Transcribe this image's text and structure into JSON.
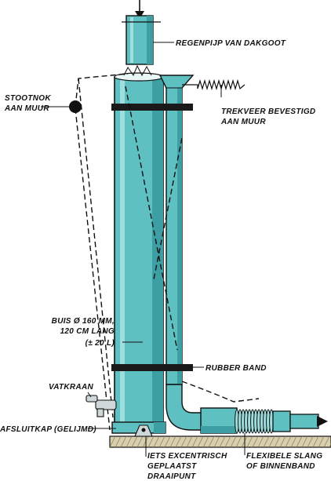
{
  "colors": {
    "pipe": "#5fc0c2",
    "pipe_dark": "#3d9ea3",
    "pipe_light": "#9fdede",
    "outline": "#111111",
    "band": "#1a1a1a",
    "ground": "#d8cfae"
  },
  "labels": {
    "regenpijp": "REGENPIJP VAN DAKGOOT",
    "stootnok_1": "STOOTNOK",
    "stootnok_2": "AAN MUUR",
    "trekveer_1": "TREKVEER BEVESTIGD",
    "trekveer_2": "AAN MUUR",
    "buis_1": "BUIS Ø 160 MM,",
    "buis_2": "120 CM LANG",
    "buis_3": "(± 20 L)",
    "rubber_band": "RUBBER BAND",
    "vatkraan": "VATKRAAN",
    "afsluitkap": "AFSLUITKAP (GELIJMD)",
    "excentrisch_1": "IETS EXCENTRISCH",
    "excentrisch_2": "GEPLAATST",
    "excentrisch_3": "DRAAIPUNT",
    "slang_1": "FLEXIBELE SLANG",
    "slang_2": "OF BINNENBAND"
  }
}
